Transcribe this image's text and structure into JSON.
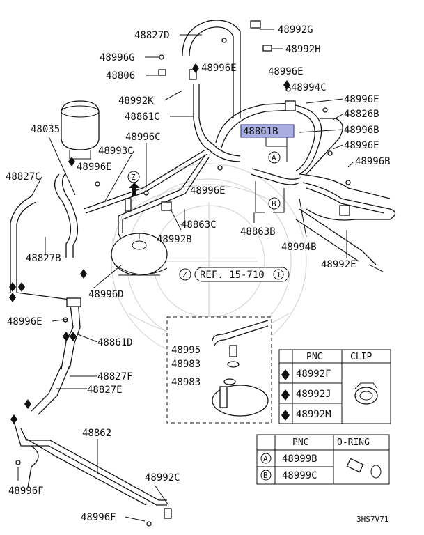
{
  "labels": {
    "p48827D": "48827D",
    "p48992G": "48992G",
    "p48992H": "48992H",
    "p48996G": "48996G",
    "p48996E_a": "48996E",
    "p48806": "48806",
    "p48996E_b": "48996E",
    "p48994C": "48994C",
    "p48992K": "48992K",
    "p48996E_c": "48996E",
    "p48826B": "48826B",
    "p48861C": "48861C",
    "p48861B": "48861B",
    "p48996B_a": "48996B",
    "p48035": "48035",
    "p48996C": "48996C",
    "p48996E_d": "48996E",
    "p48993C": "48993C",
    "p48996B_b": "48996B",
    "p48996E_e": "48996E",
    "p48827C": "48827C",
    "p48996E_f": "48996E",
    "p48863C": "48863C",
    "p48863B": "48863B",
    "p48992B": "48992B",
    "p48994B": "48994B",
    "p48827B": "48827B",
    "p48992E": "48992E",
    "p48996D": "48996D",
    "p48996E_g": "48996E",
    "p48861D": "48861D",
    "p48995": "48995",
    "p48983_a": "48983",
    "p48983_b": "48983",
    "p48827F": "48827F",
    "p48827E": "48827E",
    "p48862": "48862",
    "p48996F_a": "48996F",
    "p48992C": "48992C",
    "p48996F_b": "48996F",
    "callout_A": "A",
    "callout_B": "B",
    "callout_Z1": "Z",
    "callout_Z2": "Z",
    "ref_text": "REF. 15-710",
    "ref_num": "1",
    "code": "3HS7V71"
  },
  "clip_table": {
    "header_pnc": "PNC",
    "header_clip": "CLIP",
    "rows": [
      "48992F",
      "48992J",
      "48992M"
    ]
  },
  "oring_table": {
    "header_pnc": "PNC",
    "header_oring": "O-RING",
    "rows": [
      {
        "key": "A",
        "pnc": "48999B"
      },
      {
        "key": "B",
        "pnc": "48999C"
      }
    ]
  },
  "colors": {
    "highlight": "#a9aee0",
    "line": "#111111",
    "watermark": "#d6d6d6"
  }
}
